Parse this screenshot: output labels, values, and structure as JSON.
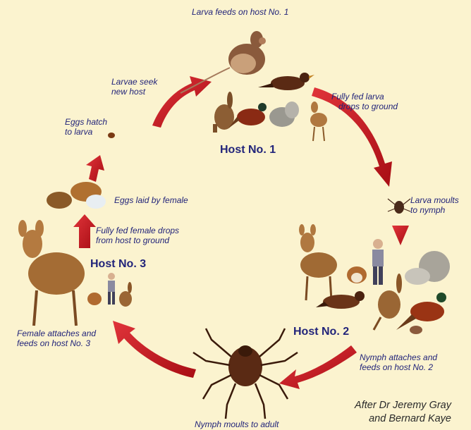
{
  "labels": {
    "larva_feeds": "Larva feeds on host No. 1",
    "fully_fed_larva": "Fully fed larva\n   drops to ground",
    "larvae_seek": "Larvae seek\nnew host",
    "eggs_hatch": "Eggs hatch\nto larva",
    "eggs_laid": "Eggs laid by female",
    "larva_moults": "Larva moults\nto nymph",
    "female_drops": "Fully fed female drops\nfrom host to ground",
    "female_attaches": "Female attaches and\nfeeds on host No. 3",
    "nymph_attaches": "Nymph attaches and\nfeeds on host No. 2",
    "nymph_moults": "Nymph moults to adult"
  },
  "hosts": {
    "host1": "Host No. 1",
    "host2": "Host No. 2",
    "host3": "Host No. 3"
  },
  "credit": "After Dr Jeremy Gray\nand Bernard Kaye",
  "colors": {
    "background": "#fbf3cf",
    "arrow": "#c4141c",
    "label_text": "#22247a"
  },
  "icons": [
    "mouse-icon",
    "blackbird-icon",
    "hare-icon",
    "pheasant-icon",
    "squirrel-icon",
    "deer-icon",
    "dog-icon",
    "person-icon",
    "tick-icon",
    "eggs-icon"
  ]
}
